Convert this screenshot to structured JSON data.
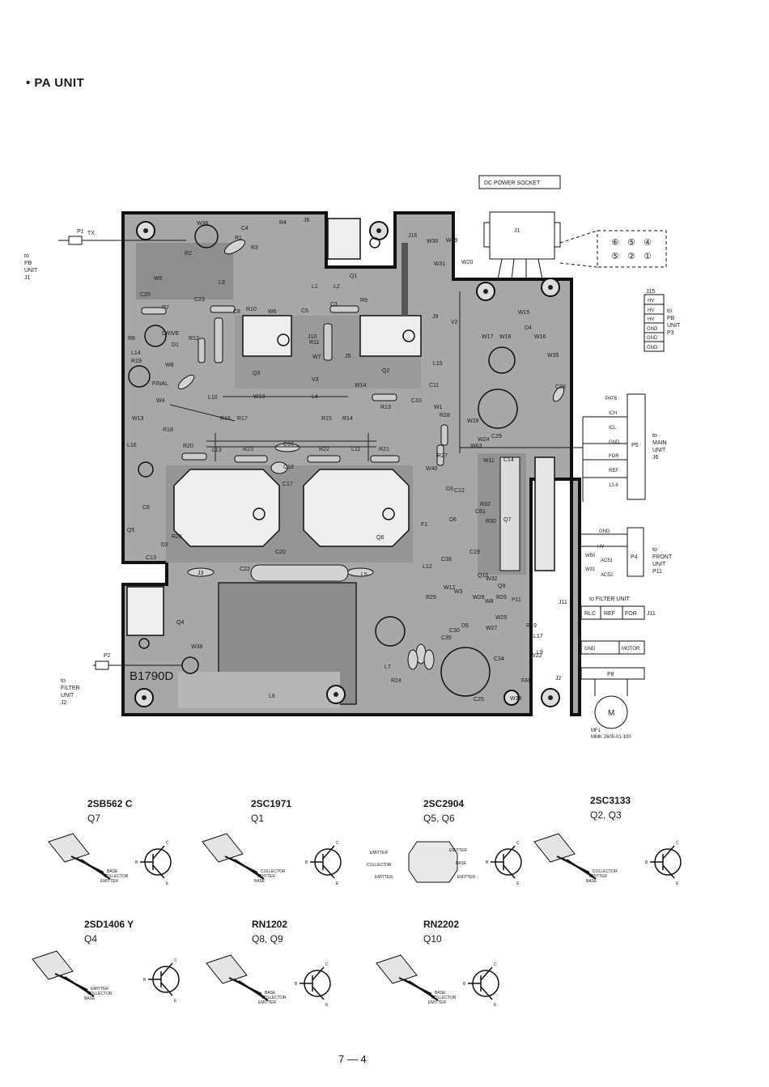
{
  "page_title": "• PA UNIT",
  "board_id": "B1790D",
  "dc_power_socket": "DC POWER SOCKET",
  "connectors": {
    "p1": "P1",
    "tx": "TX",
    "to_pb_unit_j1": [
      "to",
      "PB",
      "UNIT",
      "J1"
    ],
    "p2": "P2",
    "to_filter_unit_j2": [
      "to",
      "FILTER",
      "UNIT",
      "J2"
    ],
    "j1": "J1",
    "j15": "J15",
    "j15_pins": [
      "HV",
      "HV",
      "HV",
      "GND",
      "GND",
      "GND"
    ],
    "to_pb_unit_p3": [
      "to",
      "PB",
      "UNIT",
      "P3"
    ],
    "p5": "P5",
    "p5_pins": [
      "PAT6",
      "ICH",
      "ICL",
      "GND",
      "FOR",
      "REF",
      "13.6"
    ],
    "to_main_unit_j6": [
      "to",
      "MAIN",
      "UNIT",
      "J6"
    ],
    "p4": "P4",
    "p4_pins": [
      "GND",
      "HV",
      "W50",
      "AC51",
      "W31",
      "AC52"
    ],
    "to_front_unit_p11": [
      "to",
      "FRONT",
      "UNIT",
      "P11"
    ],
    "to_filter_unit_j11": "to FILTER UNIT",
    "j11": "J11",
    "j11_pins": [
      "RLC",
      "REF",
      "FOR"
    ],
    "motor_pins": [
      "GND",
      "MOTOR"
    ],
    "p8": "P8",
    "mf1": "MF1",
    "mf1_part": "MMK 2605-01-100",
    "motor_symbol": "M",
    "socket_pins": [
      "⑥",
      "⑤",
      "④",
      "⑤",
      "②",
      "①"
    ]
  },
  "board_labels": [
    "W36",
    "R4",
    "J6",
    "Q1",
    "J16",
    "W30",
    "W19",
    "W31",
    "W20",
    "R2",
    "C4",
    "R3",
    "R1",
    "W5",
    "L3",
    "L1",
    "L2",
    "C26",
    "C23",
    "R7",
    "R10",
    "W6",
    "C5",
    "C8",
    "R9",
    "C3",
    "R8",
    "DRIVE",
    "D1",
    "R12",
    "R11",
    "J10",
    "J9",
    "V2",
    "W17",
    "W18",
    "W15",
    "W16",
    "D4",
    "W35",
    "L14",
    "R19",
    "W8",
    "J5",
    "L15",
    "FINAL",
    "Q3",
    "W7",
    "V3",
    "Q2",
    "W14",
    "C11",
    "C10",
    "R13",
    "C28",
    "W4",
    "L10",
    "W10",
    "L4",
    "W1",
    "W13",
    "R16",
    "R17",
    "R15",
    "R14",
    "R28",
    "W29",
    "C29",
    "R18",
    "L16",
    "R20",
    "L13",
    "R23",
    "C16",
    "R22",
    "L11",
    "R21",
    "W24",
    "W63",
    "C18",
    "C17",
    "W40",
    "W11",
    "R27",
    "C6",
    "D3",
    "C12",
    "C14",
    "F1",
    "R32",
    "C61",
    "R30",
    "D6",
    "Q7",
    "R26",
    "Q6",
    "Q5",
    "D2",
    "C13",
    "J3",
    "C22",
    "C20",
    "L5",
    "C19",
    "C38",
    "Q10",
    "W32",
    "L12",
    "R29",
    "W12",
    "W3",
    "Q9",
    "W28",
    "R25",
    "W8",
    "C30",
    "W27",
    "D5",
    "P11",
    "W25",
    "R49",
    "L7",
    "L17",
    "C35",
    "C34",
    "J11",
    "W22",
    "L9",
    "R24",
    "FAN",
    "J2",
    "C25",
    "W34",
    "L6",
    "Q4",
    "W38"
  ],
  "transistors": [
    {
      "code": "2SB562 C",
      "pos": "Q7",
      "pins": [
        "BASE",
        "COLLECTOR",
        "EMITTER"
      ],
      "sym": [
        "B",
        "C",
        "E"
      ]
    },
    {
      "code": "2SC1971",
      "pos": "Q1",
      "pins": [
        "COLLECTOR",
        "EMITTER",
        "BASE"
      ],
      "sym": [
        "B",
        "C",
        "E"
      ]
    },
    {
      "code": "2SC2904",
      "pos": "Q5, Q6",
      "pins": [
        "EMITTER",
        "COLLECTOR",
        "EMITTER",
        "EMITTER",
        "BASE",
        "EMITTER"
      ],
      "sym": [
        "B",
        "C",
        "E"
      ]
    },
    {
      "code": "2SC3133",
      "pos": "Q2, Q3",
      "pins": [
        "COLLECTOR",
        "EMITTER",
        "BASE"
      ],
      "sym": [
        "B",
        "C",
        "E"
      ]
    },
    {
      "code": "2SD1406 Y",
      "pos": "Q4",
      "pins": [
        "EMITTER",
        "COLLECTOR",
        "BASE"
      ],
      "sym": [
        "B",
        "C",
        "E"
      ]
    },
    {
      "code": "RN1202",
      "pos": "Q8, Q9",
      "pins": [
        "BASE",
        "COLLECTOR",
        "EMITTER"
      ],
      "sym": [
        "B",
        "C",
        "E"
      ]
    },
    {
      "code": "RN2202",
      "pos": "Q10",
      "pins": [
        "BASE",
        "COLLECTOR",
        "EMITTER"
      ],
      "sym": [
        "B",
        "C",
        "E"
      ]
    }
  ],
  "page_number": "7 — 4"
}
